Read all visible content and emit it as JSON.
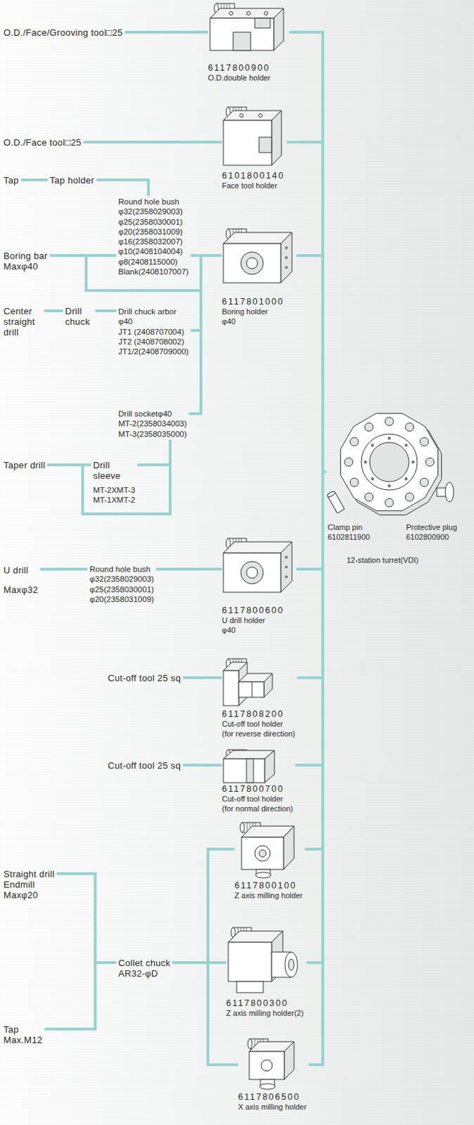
{
  "diagram": {
    "nodes": [
      {
        "text": [
          "O.D./Face/Grooving tool□25"
        ]
      },
      {
        "text": [
          "6117800900",
          "O.D.double holder"
        ]
      },
      {
        "text": [
          "O.D./Face tool□25"
        ]
      },
      {
        "text": [
          "6101800140",
          "Face tool holder"
        ]
      },
      {
        "text": [
          "Tap"
        ]
      },
      {
        "text": [
          "Tap holder"
        ]
      },
      {
        "text": [
          "Round hole bush",
          "φ32(2358029003)",
          "φ25(2358030001)",
          "φ20(2358031009)",
          "φ16(2358032007)",
          "φ10(2408104004)",
          "φ8(2408115000)",
          "Blank(2408107007)"
        ]
      },
      {
        "text": [
          "Boring bar",
          "Maxφ40"
        ]
      },
      {
        "text": [
          "6117801000",
          "Boring holder φ40"
        ]
      },
      {
        "text": [
          "Center straight drill"
        ]
      },
      {
        "text": [
          "Drill chuck"
        ]
      },
      {
        "text": [
          "Drill chuck arbor φ40",
          "JT1 (2408707004)",
          "JT2 (2408708002)",
          "JT1/2(2408709000)"
        ]
      },
      {
        "text": [
          "Drill socketφ40",
          "MT-2(2358034003)",
          "MT-3(2358035000)"
        ]
      },
      {
        "text": [
          "Taper drill"
        ]
      },
      {
        "text": [
          "Drill sleeve",
          "MT-2XMT-3",
          "MT-1XMT-2"
        ]
      },
      {
        "text": [
          "12-station turret(VDI)"
        ]
      },
      {
        "text": [
          "U drill",
          "Maxφ32"
        ]
      },
      {
        "text": [
          "Round hole bush",
          "φ32(2358029003)",
          "φ25(2358030001)",
          "φ20(2358031009)"
        ]
      },
      {
        "text": [
          "6117800600",
          "U drill holder φ40"
        ]
      },
      {
        "text": [
          "Cut-off tool 25 sq"
        ]
      },
      {
        "text": [
          "6117808200",
          "Cut-off tool holder",
          "(for reverse direction)"
        ]
      },
      {
        "text": [
          "Cut-off tool 25 sq"
        ]
      },
      {
        "text": [
          "6117800700",
          "Cut-off tool holder",
          "(for normal direction)"
        ]
      },
      {
        "text": [
          "6117800100",
          "Z axis milling holder"
        ]
      },
      {
        "text": [
          "Straight drill",
          "Endmill",
          "Maxφ20"
        ]
      },
      {
        "text": [
          "Tap",
          "Max.M12"
        ]
      },
      {
        "text": [
          "Collet chuck",
          "AR32-φD"
        ]
      },
      {
        "text": [
          "6117800300",
          "Z axis milling holder(2)"
        ]
      },
      {
        "text": [
          "6117806500",
          "X axis milling holder"
        ]
      }
    ],
    "edges": [
      {
        "from": 0,
        "to": 1,
        "arrow": "none"
      },
      {
        "from": 1,
        "to": 15,
        "arrow": "none"
      },
      {
        "from": 2,
        "to": 3,
        "arrow": "none"
      },
      {
        "from": 3,
        "to": 15,
        "arrow": "none"
      },
      {
        "from": 4,
        "to": 5,
        "arrow": "none"
      },
      {
        "from": 5,
        "to": 6,
        "arrow": "none"
      },
      {
        "from": 7,
        "to": 6,
        "arrow": "none"
      },
      {
        "from": 7,
        "to": 8,
        "arrow": "none"
      },
      {
        "from": 6,
        "to": 8,
        "arrow": "none"
      },
      {
        "from": 8,
        "to": 15,
        "arrow": "none"
      },
      {
        "from": 9,
        "to": 10,
        "arrow": "none"
      },
      {
        "from": 10,
        "to": 11,
        "arrow": "none"
      },
      {
        "from": 11,
        "to": 8,
        "arrow": "none"
      },
      {
        "from": 13,
        "to": 14,
        "arrow": "none"
      },
      {
        "from": 14,
        "to": 12,
        "arrow": "none"
      },
      {
        "from": 13,
        "to": 12,
        "arrow": "none"
      },
      {
        "from": 12,
        "to": 8,
        "arrow": "none"
      },
      {
        "from": 16,
        "to": 17,
        "arrow": "none"
      },
      {
        "from": 17,
        "to": 18,
        "arrow": "none"
      },
      {
        "from": 18,
        "to": 15,
        "arrow": "none"
      },
      {
        "from": 19,
        "to": 20,
        "arrow": "none"
      },
      {
        "from": 20,
        "to": 15,
        "arrow": "none"
      },
      {
        "from": 21,
        "to": 22,
        "arrow": "none"
      },
      {
        "from": 22,
        "to": 15,
        "arrow": "none"
      },
      {
        "from": 24,
        "to": 26,
        "arrow": "none"
      },
      {
        "from": 25,
        "to": 26,
        "arrow": "none"
      },
      {
        "from": 26,
        "to": 23,
        "arrow": "none"
      },
      {
        "from": 26,
        "to": 27,
        "arrow": "none"
      },
      {
        "from": 26,
        "to": 28,
        "arrow": "none"
      },
      {
        "from": 23,
        "to": 15,
        "arrow": "none"
      },
      {
        "from": 27,
        "to": 15,
        "arrow": "none"
      },
      {
        "from": 28,
        "to": 15,
        "arrow": "none"
      }
    ],
    "labels": [
      "Clamp pin",
      "6102811900",
      "Protective plug",
      "6102800900"
    ]
  }
}
